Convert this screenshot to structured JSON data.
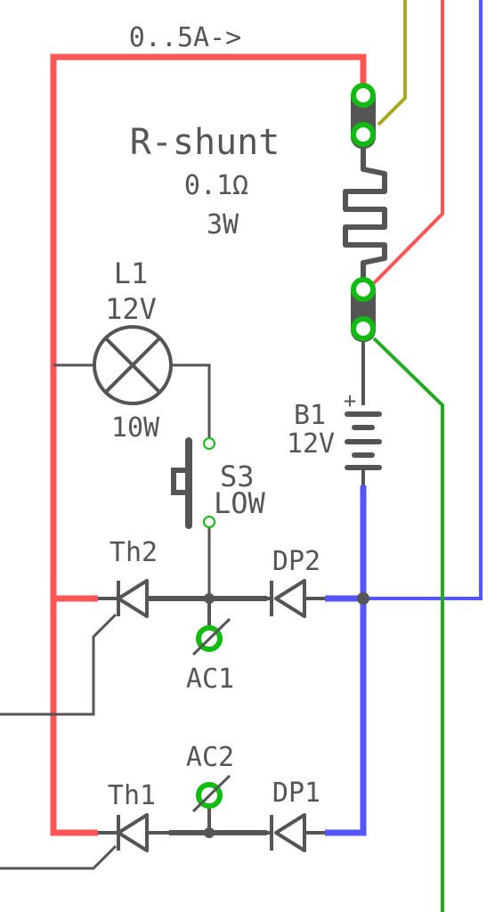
{
  "colors": {
    "background": "#ffffff",
    "red_wire": "#ff5555",
    "blue_wire": "#5555ff",
    "green_wire": "#22aa22",
    "olive_wire": "#aaaa22",
    "component": "#555555",
    "pad": "#11bb11"
  },
  "labels": {
    "current": "0..5A->",
    "rshunt_name": "R-shunt",
    "rshunt_value": "0.1Ω",
    "rshunt_power": "3W",
    "lamp_name": "L1",
    "lamp_voltage": "12V",
    "lamp_power": "10W",
    "battery_name": "B1",
    "battery_voltage": "12V",
    "battery_plus": "+",
    "switch_name": "S3",
    "switch_state": "LOW",
    "th2": "Th2",
    "dp2": "DP2",
    "ac1": "AC1",
    "ac2": "AC2",
    "th1": "Th1",
    "dp1": "DP1"
  }
}
